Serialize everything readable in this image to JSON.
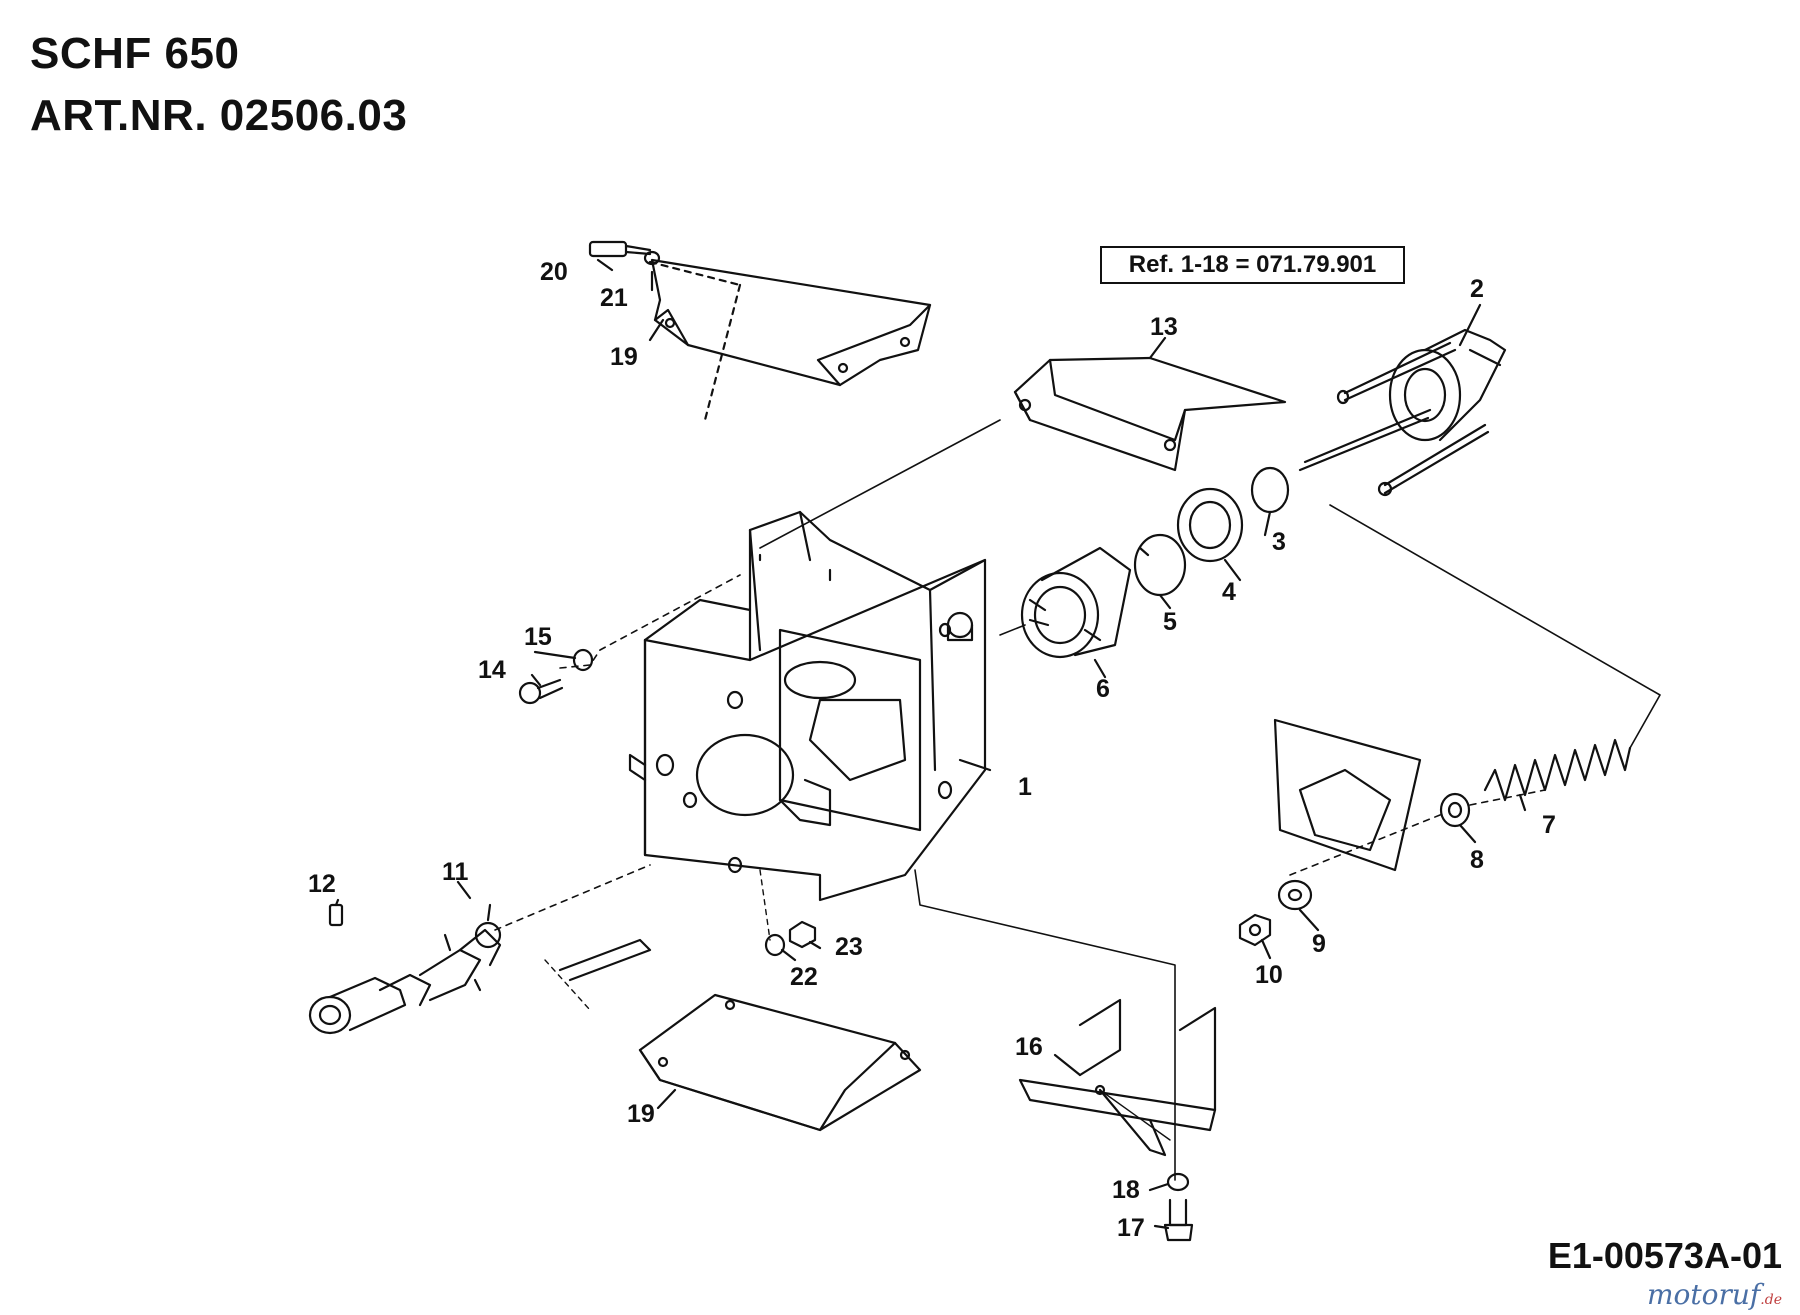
{
  "header": {
    "model": "SCHF 650",
    "art_nr": "ART.NR. 02506.03"
  },
  "reference": "Ref. 1-18 = 071.79.901",
  "document_id": "E1-00573A-01",
  "watermark": {
    "name": "motoruf",
    "tld": ".de"
  },
  "callouts": {
    "c1": "1",
    "c2": "2",
    "c3": "3",
    "c4": "4",
    "c5": "5",
    "c6": "6",
    "c7": "7",
    "c8": "8",
    "c9": "9",
    "c10": "10",
    "c11": "11",
    "c12": "12",
    "c13": "13",
    "c14": "14",
    "c15": "15",
    "c16": "16",
    "c17": "17",
    "c18": "18",
    "c19a": "19",
    "c19b": "19",
    "c20": "20",
    "c21": "21",
    "c22": "22",
    "c23": "23"
  }
}
